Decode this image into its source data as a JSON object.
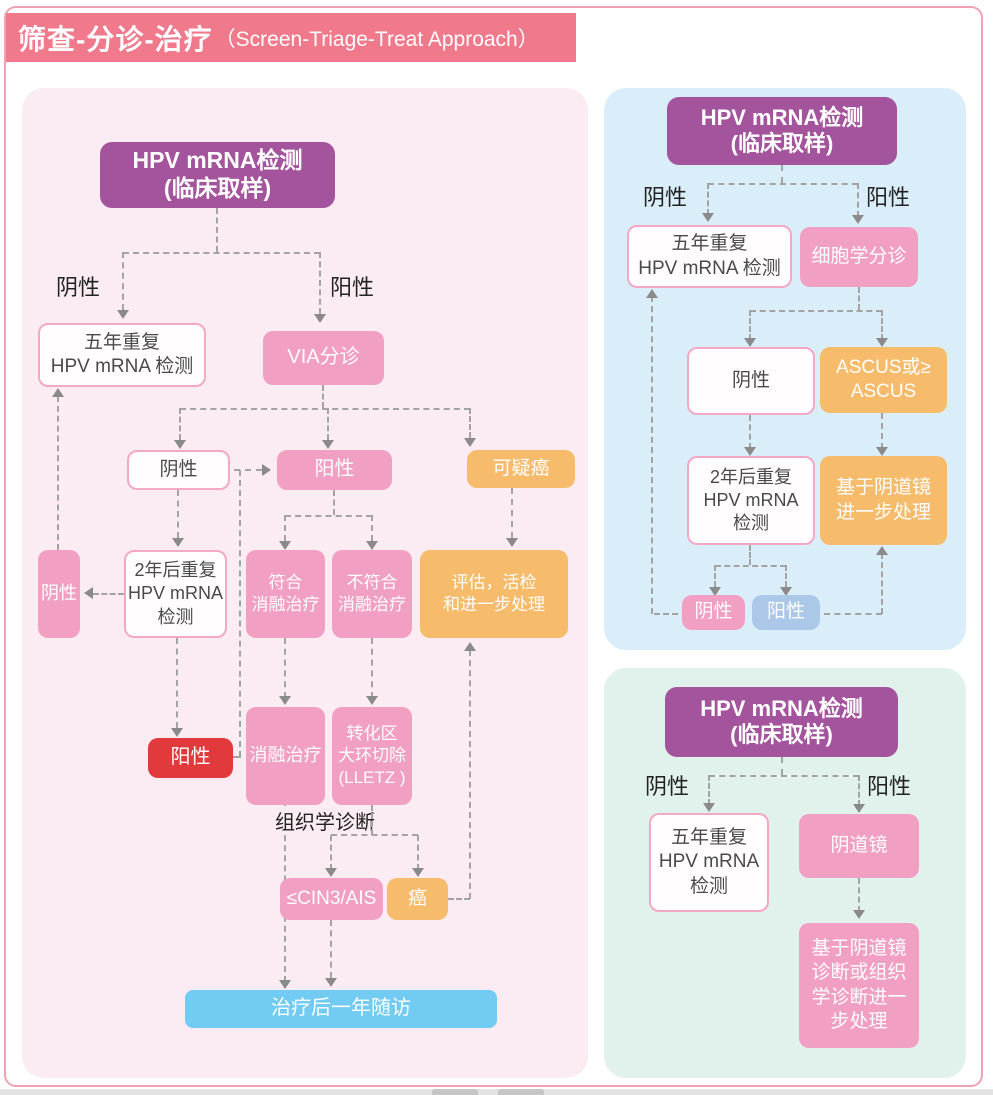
{
  "title": {
    "zh": "筛查-分诊-治疗",
    "en": "（Screen-Triage-Treat Approach）"
  },
  "left": {
    "header_line1": "HPV mRNA检测",
    "header_line2": "(临床取样)",
    "neg_label": "阴性",
    "pos_label": "阳性",
    "repeat5_line1": "五年重复",
    "repeat5_line2": "HPV mRNA 检测",
    "via": "VIA分诊",
    "neg2": "阴性",
    "pos2": "阳性",
    "suspected_cancer": "可疑癌",
    "neg3": "阴性",
    "repeat2_line1": "2年后重复",
    "repeat2_line2": "HPV mRNA",
    "repeat2_line3": "检测",
    "eligible_line1": "符合",
    "eligible_line2": "消融治疗",
    "ineligible_line1": "不符合",
    "ineligible_line2": "消融治疗",
    "evaluate_line1": "评估，活检",
    "evaluate_line2": "和进一步处理",
    "pos_red": "阳性",
    "ablation": "消融治疗",
    "lletz_line1": "转化区",
    "lletz_line2": "大环切除",
    "lletz_line3": "(LLETZ )",
    "histology_label": "组织学诊断",
    "cin3": "≤CIN3/AIS",
    "cancer": "癌",
    "followup": "治疗后一年随访"
  },
  "top_right": {
    "header_line1": "HPV mRNA检测",
    "header_line2": "(临床取样)",
    "neg_label": "阴性",
    "pos_label": "阳性",
    "repeat5_line1": "五年重复",
    "repeat5_line2": "HPV mRNA 检测",
    "cytology": "细胞学分诊",
    "neg2": "阴性",
    "ascus_line1": "ASCUS或≥",
    "ascus_line2": "ASCUS",
    "repeat2_line1": "2年后重复",
    "repeat2_line2": "HPV mRNA",
    "repeat2_line3": "检测",
    "colpo_mgmt_line1": "基于阴道镜",
    "colpo_mgmt_line2": "进一步处理",
    "neg3": "阴性",
    "pos3": "阳性"
  },
  "bottom_right": {
    "header_line1": "HPV mRNA检测",
    "header_line2": "(临床取样)",
    "neg_label": "阴性",
    "pos_label": "阳性",
    "repeat5_line1": "五年重复",
    "repeat5_line2": "HPV mRNA",
    "repeat5_line3": "检测",
    "colposcopy": "阴道镜",
    "mgmt_line1": "基于阴道镜",
    "mgmt_line2": "诊断或组织",
    "mgmt_line3": "学诊断进一",
    "mgmt_line4": "步处理"
  },
  "colors": {
    "banner_pink": "#f0798c",
    "purple": "#a4549d",
    "pink": "#f19fc3",
    "orange": "#f6bb6b",
    "red": "#e23a3c",
    "sky_blue": "#72cbf2",
    "light_blue": "#abc8e8",
    "panel_pink": "#fbecf3",
    "panel_blue": "#daeef9",
    "panel_green": "#e1f2ec"
  }
}
